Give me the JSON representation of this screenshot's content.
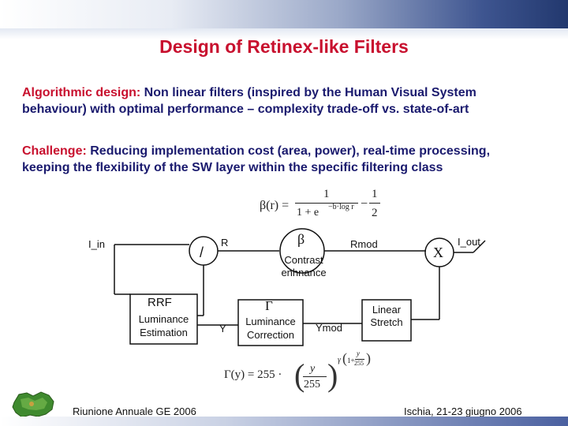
{
  "slide": {
    "title": "Design of Retinex-like Filters",
    "para1": {
      "keyword": "Algorithmic design:",
      "line1": " Non linear filters (inspired by the Human Visual System",
      "line2": "behaviour) with optimal  performance – complexity trade-off vs. state-of-art"
    },
    "para2": {
      "keyword": "Challenge:",
      "line1": " Reducing implementation cost (area, power), real-time processing,",
      "line2": "keeping the flexibility of the SW layer within the specific filtering class"
    },
    "formula_beta": {
      "lhs": "β(r) =",
      "num1": "1",
      "den1": "1 + e",
      "exp1": "−b·log r",
      "minus": "−",
      "num2": "1",
      "den2": "2"
    },
    "formula_gamma": {
      "lhs": "Γ(y) = 255 ·",
      "num": "y",
      "den": "255",
      "exp_gamma": "γ",
      "exp_one": "1+",
      "exp_num": "y",
      "exp_den": "255"
    }
  },
  "diagram": {
    "input_label": "I_in",
    "divide_symbol": "/",
    "r_label": "R",
    "beta_symbol": "β",
    "contrast_line1": "Contrast",
    "contrast_line2": "enhnance",
    "rmod_label": "Rmod",
    "multiply_symbol": "X",
    "output_label": "I_out",
    "rrf_label": "RRF",
    "lum_est_line1": "Luminance",
    "lum_est_line2": "Estimation",
    "y_label": "Y",
    "gamma_symbol": "Γ",
    "lum_corr_line1": "Luminance",
    "lum_corr_line2": "Correction",
    "ymod_label": "Ymod",
    "stretch_line1": "Linear",
    "stretch_line2": "Stretch"
  },
  "footer": {
    "left": "Riunione Annuale GE 2006",
    "right": "Ischia, 21-23 giugno 2006"
  },
  "colors": {
    "title": "#c8102e",
    "body_text": "#1a1a6e",
    "keyword": "#c8102e"
  }
}
